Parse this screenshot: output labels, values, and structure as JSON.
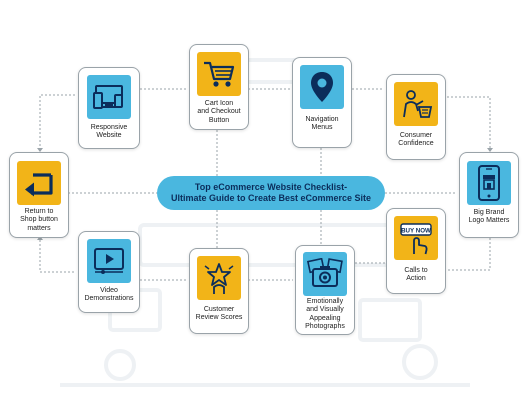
{
  "center": {
    "line1": "Top eCommerce Website Checklist-",
    "line2": "Ultimate Guide to Create Best eCommerce Site"
  },
  "cards": {
    "responsive": {
      "line1": "Responsive",
      "line2": "Website",
      "icon": "devices-icon"
    },
    "cart": {
      "line1": "Cart Icon",
      "line2": "and Checkout",
      "line3": "Button",
      "icon": "shopping-cart-icon"
    },
    "navigation": {
      "line1": "Navigation",
      "line2": "Menus",
      "icon": "location-pin-icon"
    },
    "consumer": {
      "line1": "Consumer",
      "line2": "Confidence",
      "icon": "shopper-icon"
    },
    "return": {
      "line1": "Return to",
      "line2": "Shop button",
      "line3": "matters",
      "icon": "return-arrow-icon"
    },
    "brand": {
      "line1": "Big Brand",
      "line2": "Logo Matters",
      "icon": "mobile-store-icon"
    },
    "video": {
      "line1": "Video",
      "line2": "Demonstrations",
      "icon": "video-player-icon"
    },
    "review": {
      "line1": "Customer",
      "line2": "Review Scores",
      "icon": "star-rating-icon"
    },
    "photos": {
      "line1": "Emotionally",
      "line2": "and Visually",
      "line3": "Appealing",
      "line4": "Photographs",
      "icon": "camera-photos-icon"
    },
    "cta": {
      "line1": "Calls to",
      "line2": "Action",
      "icon": "buy-now-icon",
      "badge": "BUY NOW"
    }
  },
  "colors": {
    "blue": "#4ab7df",
    "yellow": "#f2b418",
    "navy": "#0b2d5b",
    "connector": "#9aa3a9"
  }
}
